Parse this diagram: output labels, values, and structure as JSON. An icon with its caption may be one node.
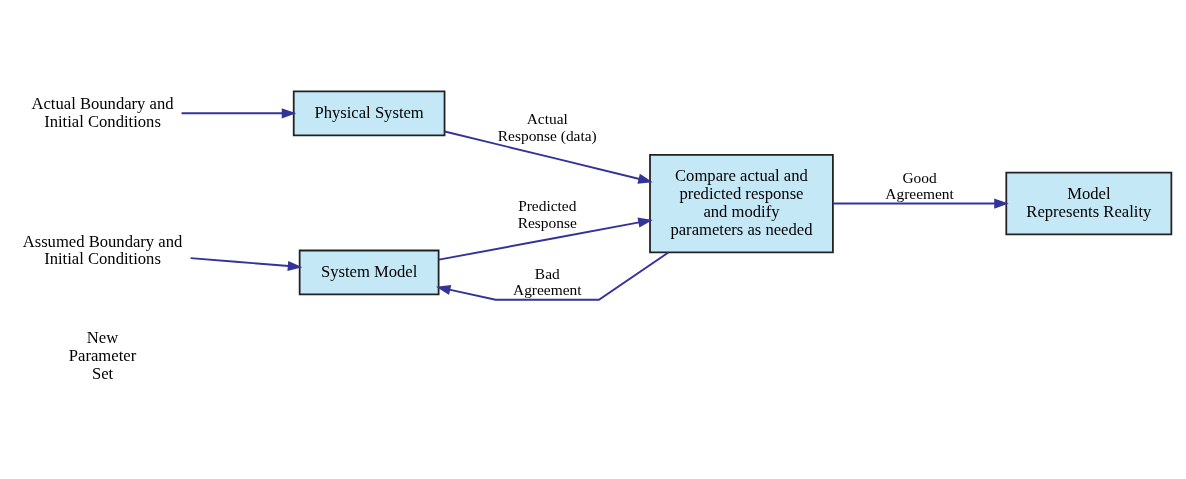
{
  "diagram": {
    "nodes": [
      {
        "text": [
          "Actual Boundary and Initial Conditions"
        ]
      },
      {
        "text": [
          "Physical System"
        ]
      },
      {
        "text": [
          "Compare actual and predicted response and modify parameters as needed"
        ]
      },
      {
        "text": [
          "Model Represents Reality"
        ]
      },
      {
        "text": [
          "Assumed Boundary and Initial Conditions"
        ]
      },
      {
        "text": [
          "System Model"
        ]
      }
    ],
    "edges": [
      {
        "from": 0,
        "to": 1,
        "arrow": "to"
      },
      {
        "from": 1,
        "to": 2,
        "arrow": "to",
        "label": "Actual Response (data)"
      },
      {
        "from": 2,
        "to": 3,
        "arrow": "to",
        "label": "Good Agreement"
      },
      {
        "from": 2,
        "to": 5,
        "arrow": "to",
        "label": "Bad Agreement"
      },
      {
        "from": 4,
        "to": 5,
        "arrow": "to"
      },
      {
        "from": 5,
        "to": 2,
        "arrow": "to",
        "label": "Predicted Response"
      }
    ],
    "labels": [
      "New Parameter Set"
    ]
  }
}
